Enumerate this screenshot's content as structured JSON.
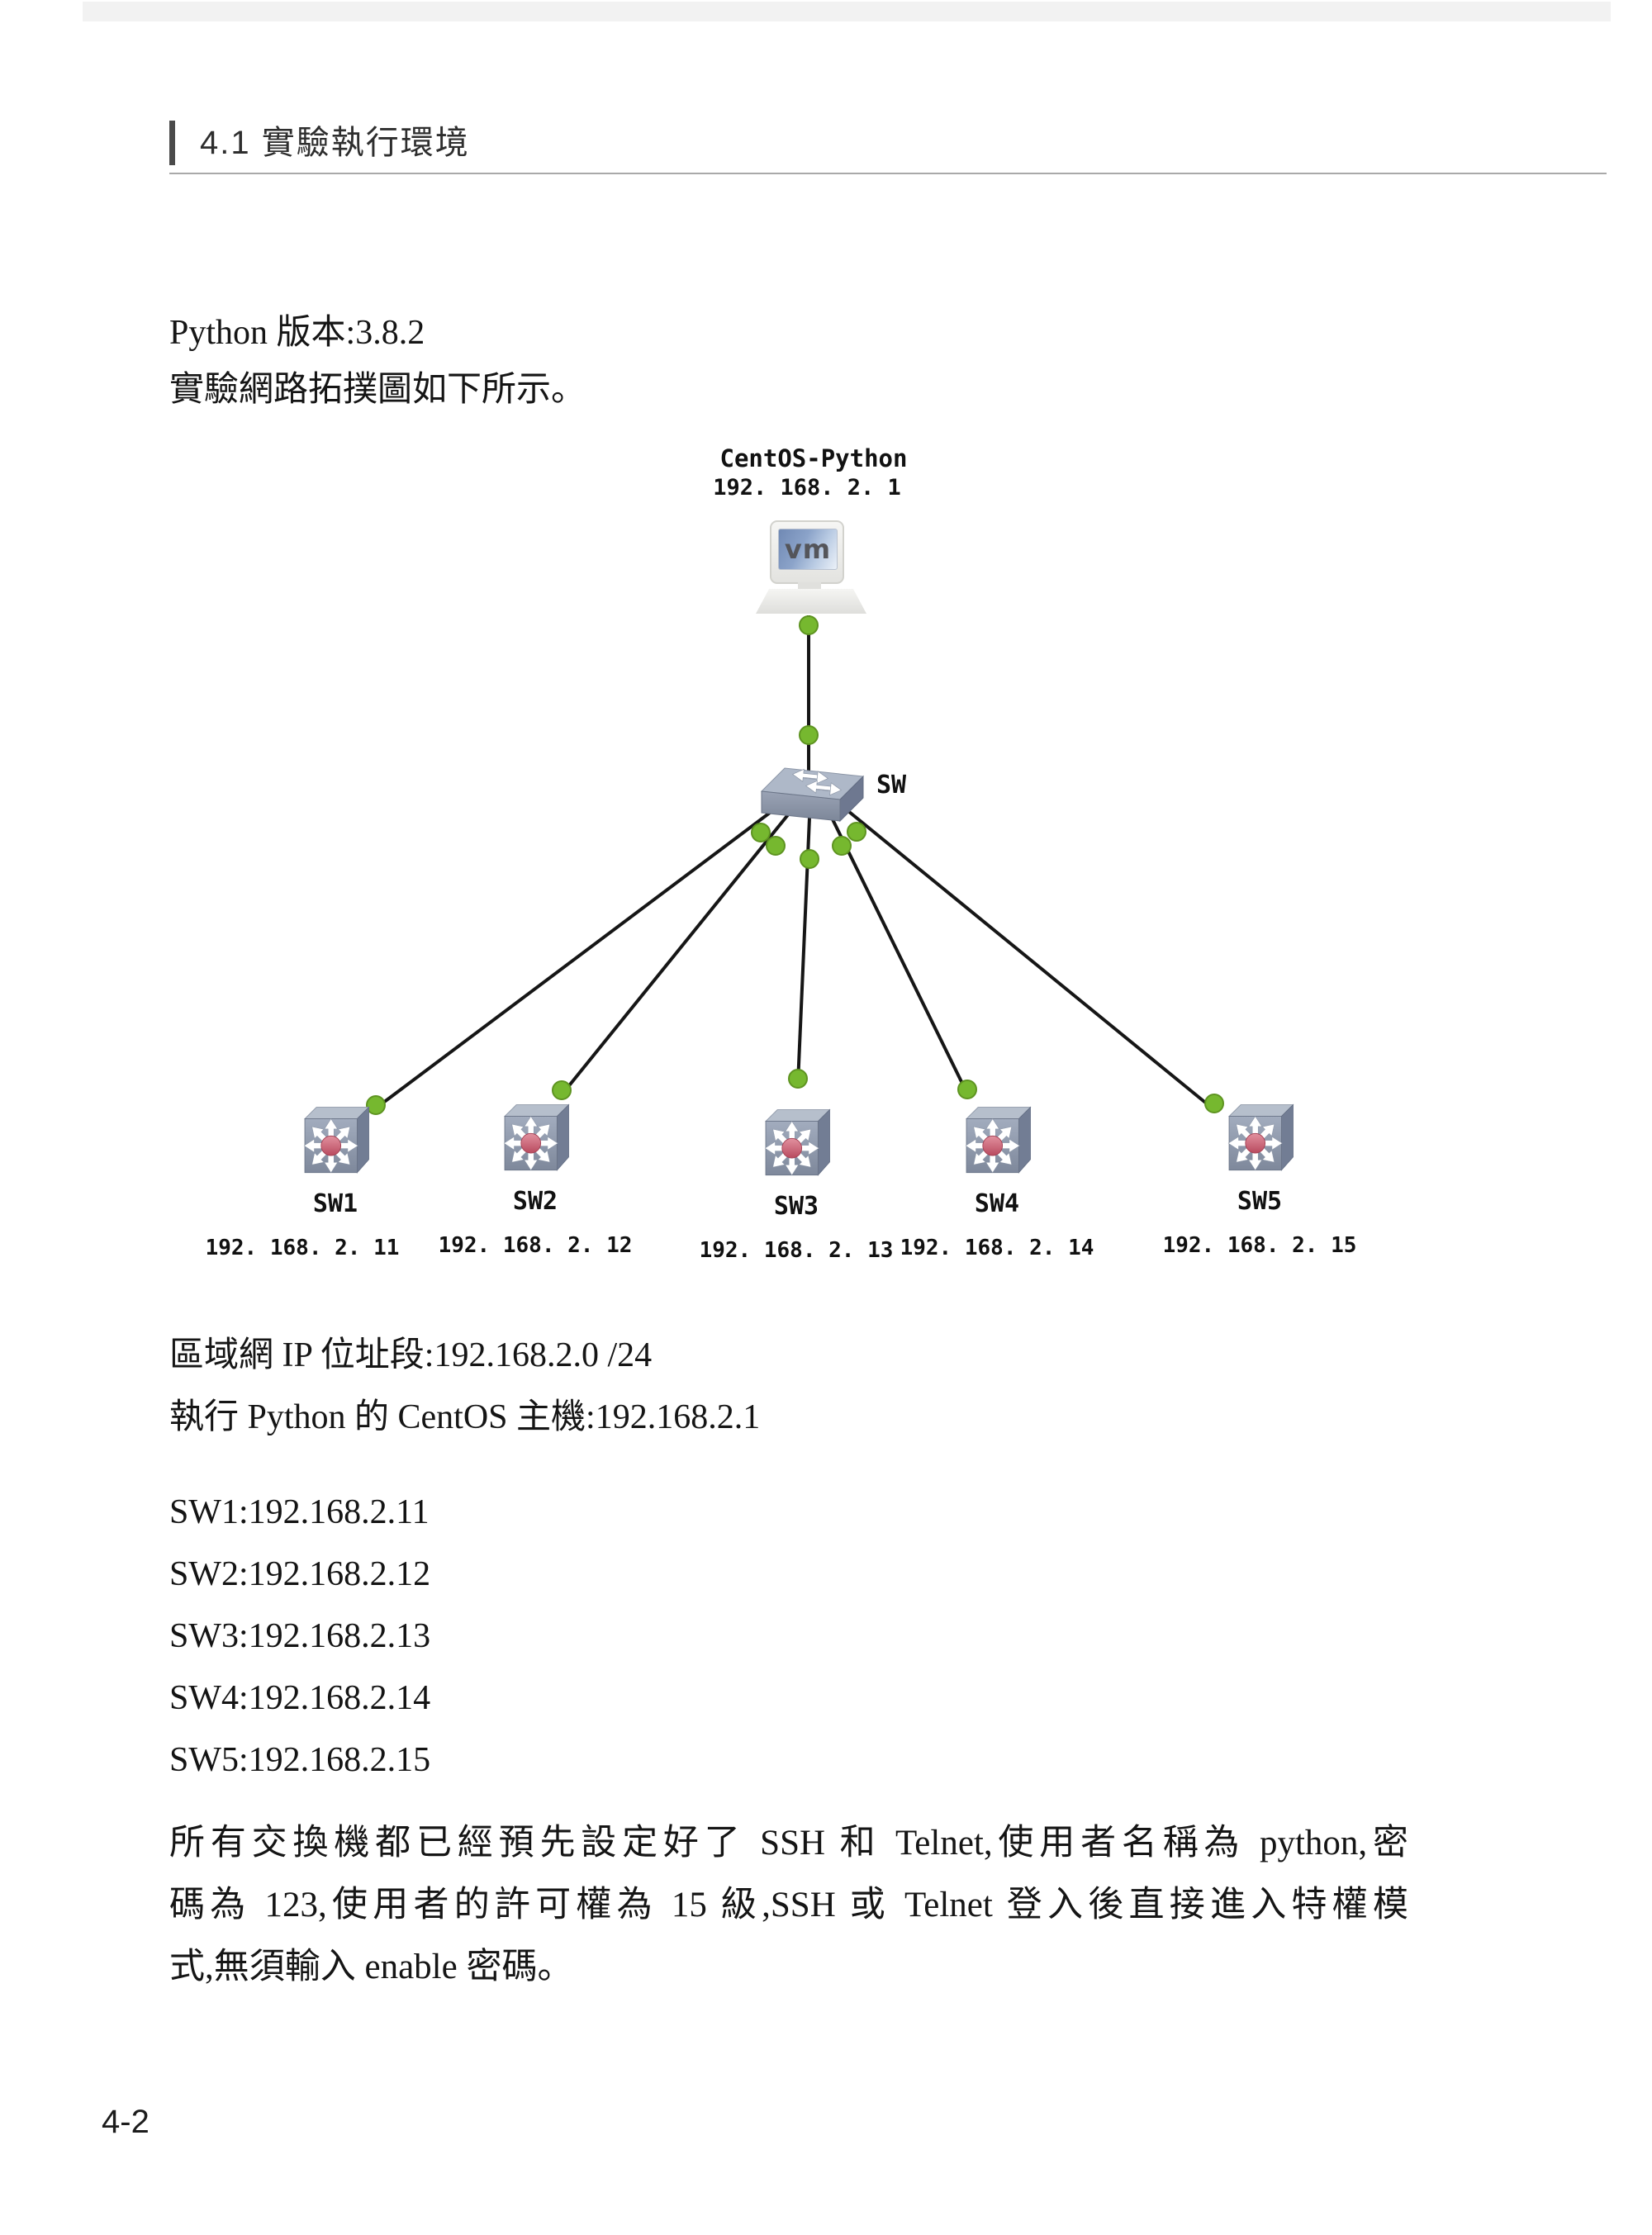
{
  "header": {
    "section_title": "4.1  實驗執行環境"
  },
  "intro": {
    "python_version_line": "Python 版本:3.8.2",
    "topology_line": "實驗網路拓撲圖如下所示。"
  },
  "diagram": {
    "host": {
      "name": "CentOS-Python",
      "ip": "192. 168. 2. 1",
      "screen_label": "vm"
    },
    "core_switch": {
      "label": "SW"
    },
    "switches": [
      {
        "name": "SW1",
        "ip": "192. 168. 2. 11"
      },
      {
        "name": "SW2",
        "ip": "192. 168. 2. 12"
      },
      {
        "name": "SW3",
        "ip": "192. 168. 2. 13"
      },
      {
        "name": "SW4",
        "ip": "192. 168. 2. 14"
      },
      {
        "name": "SW5",
        "ip": "192. 168. 2. 15"
      }
    ],
    "colors": {
      "link_dot": "#76b82f",
      "link_line": "#161616",
      "switch_body": "#8e98ab",
      "switch_center_dot": "#c85468"
    }
  },
  "details": {
    "lan_line": "區域網 IP 位址段:192.168.2.0 /24",
    "host_line": "執行 Python 的 CentOS 主機:192.168.2.1",
    "switch_list": [
      "SW1:192.168.2.11",
      "SW2:192.168.2.12",
      "SW3:192.168.2.13",
      "SW4:192.168.2.14",
      "SW5:192.168.2.15"
    ]
  },
  "paragraph": {
    "lines": [
      "所有交換機都已經預先設定好了 SSH 和 Telnet,使用者名稱為 python,密",
      "碼為 123,使用者的許可權為 15 級,SSH 或 Telnet 登入後直接進入特權模",
      "式,無須輸入 enable 密碼。"
    ]
  },
  "footer": {
    "page_number": "4-2"
  }
}
